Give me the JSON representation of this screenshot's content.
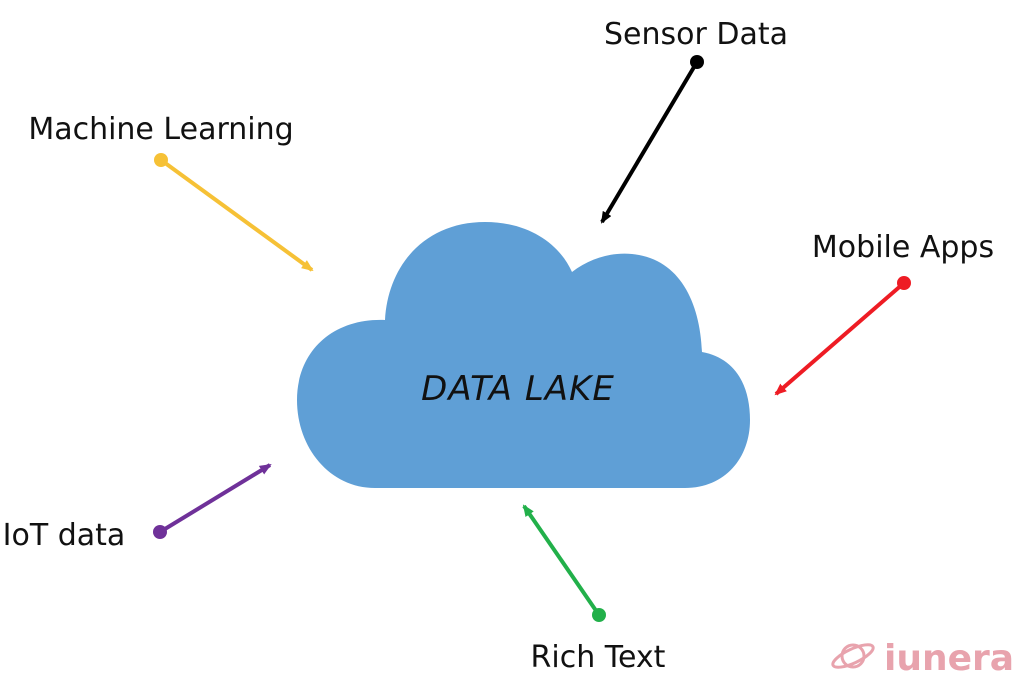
{
  "cloud": {
    "label": "DATA LAKE",
    "color": "#5f9fd6"
  },
  "sources": [
    {
      "id": "sensor-data",
      "label": "Sensor Data",
      "color": "#000000"
    },
    {
      "id": "machine-learning",
      "label": "Machine Learning",
      "color": "#f6c136"
    },
    {
      "id": "mobile-apps",
      "label": "Mobile Apps",
      "color": "#ee1c24"
    },
    {
      "id": "iot-data",
      "label": "IoT data",
      "color": "#6f3199"
    },
    {
      "id": "rich-text",
      "label": "Rich Text",
      "color": "#22b04a"
    }
  ],
  "logo": {
    "text": "iunera",
    "color": "#e8a3ad",
    "icon": "planet-ring-icon"
  }
}
